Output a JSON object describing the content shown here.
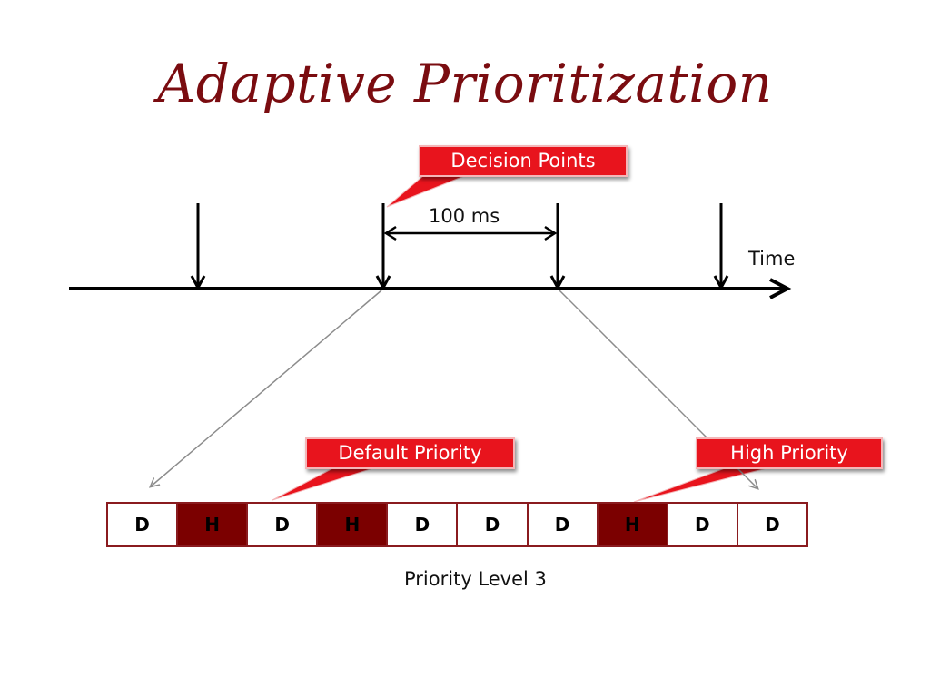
{
  "title": "Adaptive Prioritization",
  "callouts": {
    "decision": "Decision Points",
    "default": "Default Priority",
    "high": "High Priority"
  },
  "interval_label": "100 ms",
  "axis_label": "Time",
  "queue_caption": "Priority Level 3",
  "queue": [
    "D",
    "H",
    "D",
    "H",
    "D",
    "D",
    "D",
    "H",
    "D",
    "D"
  ],
  "colors": {
    "title": "#7a0c10",
    "callout": "#e8141d",
    "high_slot": "#7b0000",
    "queue_border": "#8a1b1f"
  }
}
